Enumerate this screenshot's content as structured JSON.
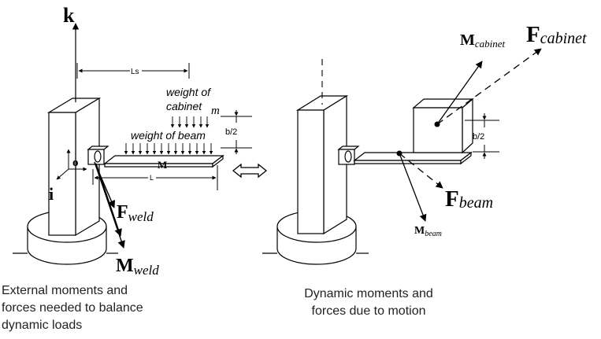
{
  "labels": {
    "k": "k",
    "i": "i",
    "o": "o",
    "ls": "Ls",
    "l": "L",
    "b2_left": "b/2",
    "b2_right": "b/2",
    "m": "m",
    "M_mass": "M",
    "weight_cabinet_1": "weight of",
    "weight_cabinet_2": "cabinet",
    "weight_beam": "weight of beam",
    "f_weld_base": "F",
    "f_weld_sub": "weld",
    "m_weld_base": "M",
    "m_weld_sub": "weld",
    "m_cabinet_base": "M",
    "m_cabinet_sub": "cabinet",
    "f_cabinet_base": "F",
    "f_cabinet_sub": "cabinet",
    "f_beam_base": "F",
    "f_beam_sub": "beam",
    "m_beam_base": "M",
    "m_beam_sub": "beam"
  },
  "captions": {
    "left": "External moments and\nforces needed to balance\ndynamic loads",
    "right": "Dynamic moments and\nforces due to motion"
  },
  "icons": {
    "equivalence": "double-headed-arrow-icon"
  }
}
